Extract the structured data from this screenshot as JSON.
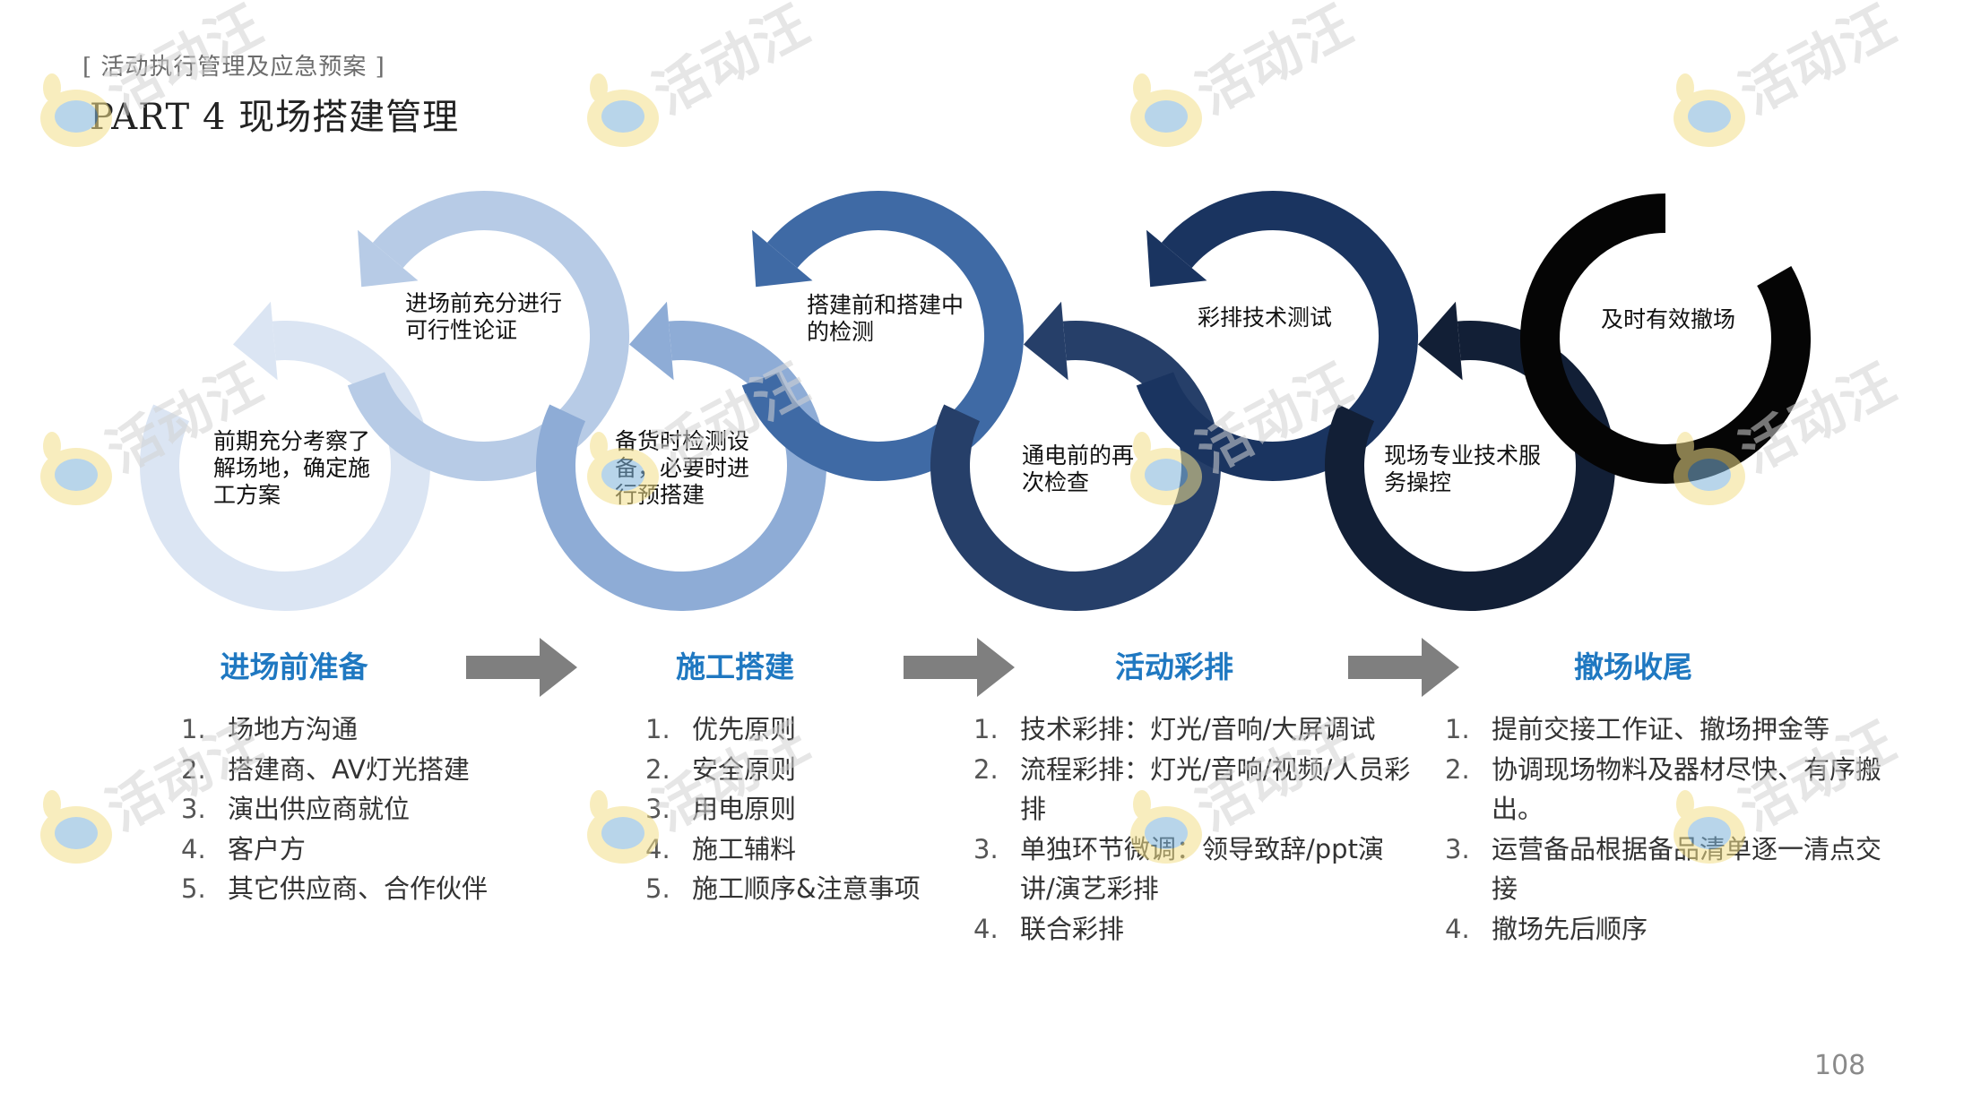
{
  "header": {
    "kicker": "[ 活动执行管理及应急预案 ]",
    "title": "PART 4  现场搭建管理"
  },
  "loops": [
    {
      "label_lines": [
        "前期充分考察了",
        "解场地，确定施",
        "工方案"
      ],
      "color": "#dbe5f3"
    },
    {
      "label_lines": [
        "进场前充分进行",
        "可行性论证"
      ],
      "color": "#b7cbe6"
    },
    {
      "label_lines": [
        "备货时检测设",
        "备，必要时进",
        "行预搭建"
      ],
      "color": "#8eacd6"
    },
    {
      "label_lines": [
        "搭建前和搭建中",
        "的检测"
      ],
      "color": "#3f6aa5"
    },
    {
      "label_lines": [
        "通电前的再",
        "次检查"
      ],
      "color": "#263f69"
    },
    {
      "label_lines": [
        "彩排技术测试"
      ],
      "color": "#1a3460"
    },
    {
      "label_lines": [
        "现场专业技术服",
        "务操控"
      ],
      "color": "#121f36"
    },
    {
      "label_lines": [
        "及时有效撤场"
      ],
      "color": "#050505"
    }
  ],
  "phases": [
    {
      "title": "进场前准备",
      "items": [
        "场地方沟通",
        "搭建商、AV灯光搭建",
        "演出供应商就位",
        "客户方",
        "其它供应商、合作伙伴"
      ]
    },
    {
      "title": "施工搭建",
      "items": [
        "优先原则",
        "安全原则",
        "用电原则",
        "施工辅料",
        "施工顺序&注意事项"
      ]
    },
    {
      "title": "活动彩排",
      "items": [
        "技术彩排：灯光/音响/大屏调试",
        "流程彩排：灯光/音响/视频/人员彩排",
        "单独环节微调：领导致辞/ppt演讲/演艺彩排",
        "联合彩排"
      ]
    },
    {
      "title": "撤场收尾",
      "items": [
        "提前交接工作证、撤场押金等",
        "协调现场物料及器材尽快、有序搬出。",
        "运营备品根据备品清单逐一清点交接",
        "撤场先后顺序"
      ]
    }
  ],
  "phase_arrow_color": "#7f7f7f",
  "title_color": "#1f78c1",
  "watermark_text": "活动汪",
  "page_number": "108"
}
